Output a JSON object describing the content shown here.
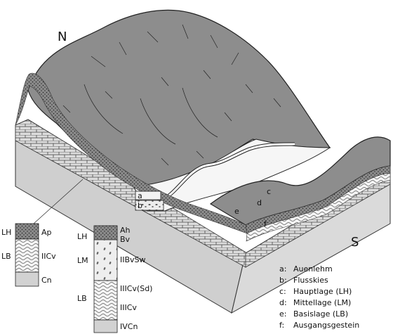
{
  "compass": {
    "north": "N",
    "south": "S"
  },
  "block_letters": {
    "a": "a",
    "b": "b",
    "c": "c",
    "d": "d",
    "e": "e",
    "f": "f"
  },
  "profile_left": {
    "layers": [
      {
        "zone": "LH",
        "horizon": "Ap"
      },
      {
        "zone": "LB",
        "horizon": "IICv"
      },
      {
        "zone": "",
        "horizon": "Cn"
      }
    ]
  },
  "profile_right": {
    "layers": [
      {
        "zone": "LH",
        "horizons": [
          "Ah",
          "Bv"
        ]
      },
      {
        "zone": "LM",
        "horizons": [
          "IIBvSw"
        ]
      },
      {
        "zone": "LB",
        "horizons": [
          "IIICv(Sd)",
          "IIICv",
          "IVCn"
        ]
      }
    ]
  },
  "legend": [
    {
      "key": "a:",
      "text": "Auenlehm"
    },
    {
      "key": "b:",
      "text": "Flusskies"
    },
    {
      "key": "c:",
      "text": "Hauptlage (LH)"
    },
    {
      "key": "d:",
      "text": "Mittellage (LM)"
    },
    {
      "key": "e:",
      "text": "Basislage (LB)"
    },
    {
      "key": "f:",
      "text": "Ausgangsgestein"
    }
  ]
}
